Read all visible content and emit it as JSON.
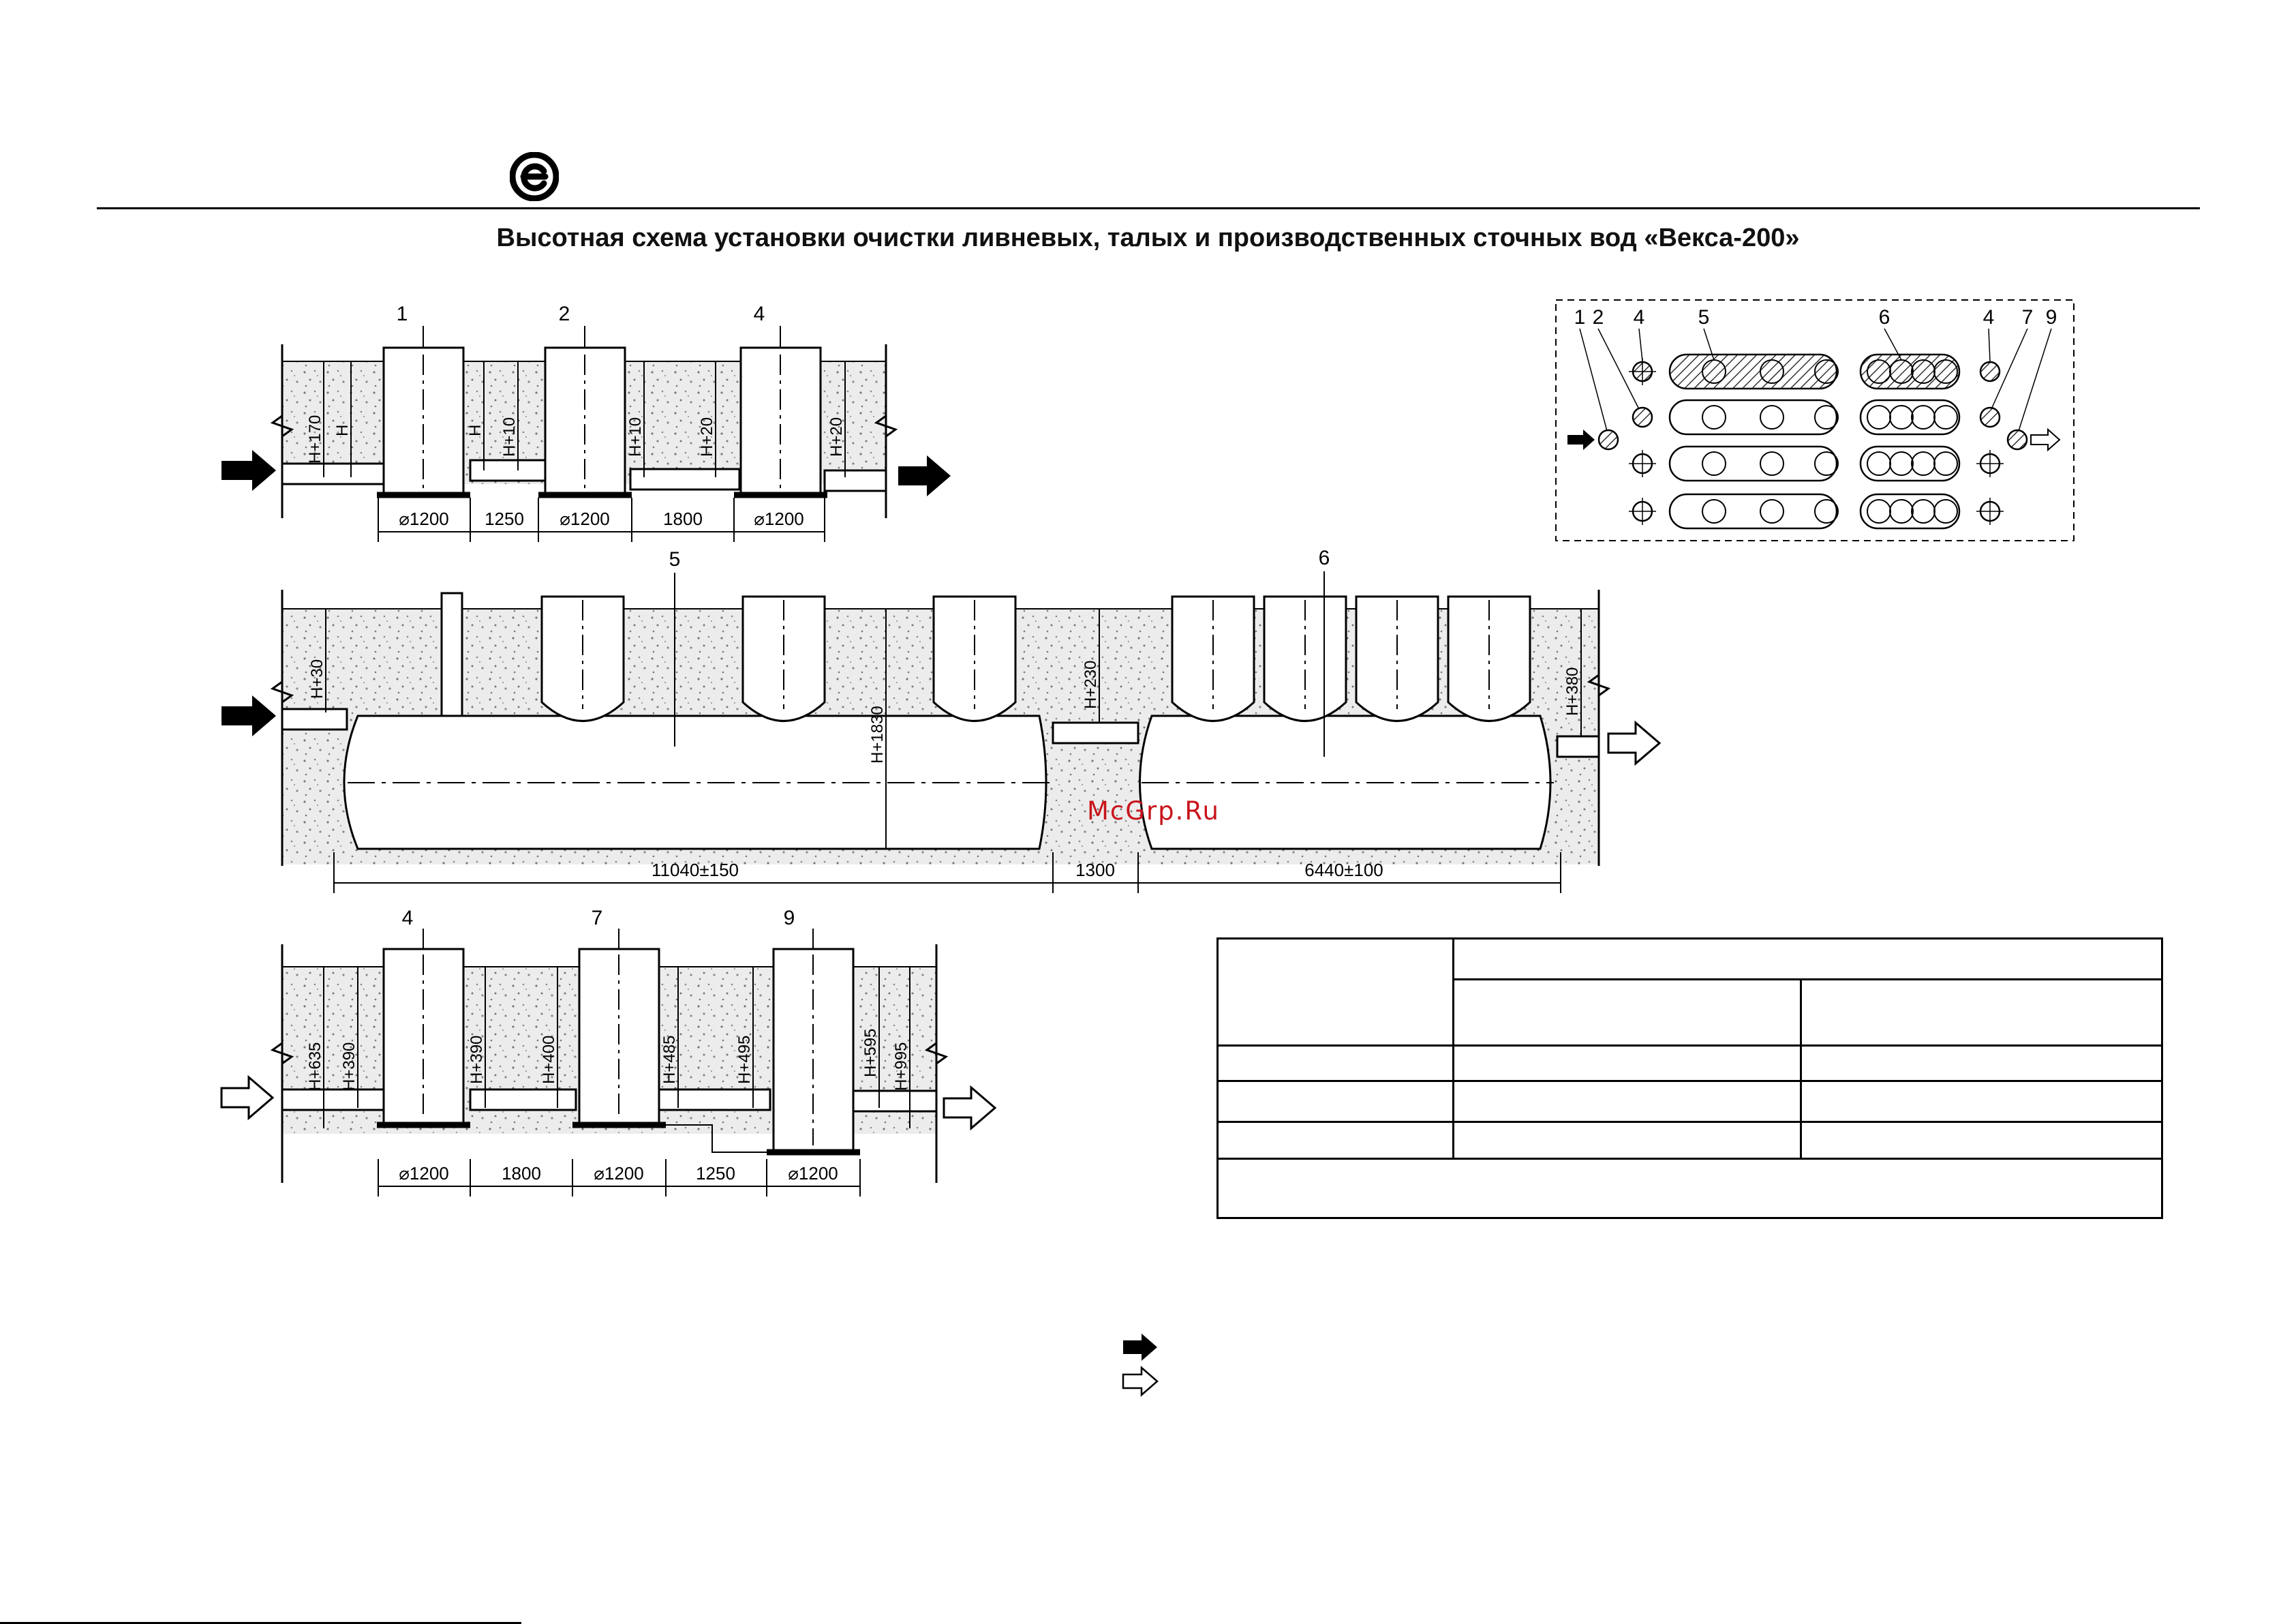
{
  "title": "Высотная схема установки очистки ливневых, талых и производственных сточных вод «Векса-200»",
  "logo": {
    "icon": "e-circle-logo"
  },
  "watermark": "McGrp.Ru",
  "colors": {
    "line": "#000000",
    "soil": "#e6e6e6",
    "hatch": "#555555",
    "watermark": "#c8151b"
  },
  "diagram1": {
    "callouts": [
      "1",
      "2",
      "4"
    ],
    "levels": [
      "H+170",
      "H",
      "H",
      "H+10",
      "H+10",
      "H+20",
      "H+20"
    ],
    "dims": [
      "⌀1200",
      "1250",
      "⌀1200",
      "1800",
      "⌀1200"
    ]
  },
  "diagram2": {
    "callouts": [
      "5",
      "6"
    ],
    "levels": [
      "H+30",
      "H+1830",
      "H+230",
      "H+380"
    ],
    "dims": [
      "11040±150",
      "1300",
      "6440±100"
    ]
  },
  "diagram3": {
    "callouts": [
      "4",
      "7",
      "9"
    ],
    "levels": [
      "H+635",
      "H+390",
      "H+390",
      "H+400",
      "H+485",
      "H+495",
      "H+595",
      "H+995"
    ],
    "dims": [
      "⌀1200",
      "1800",
      "⌀1200",
      "1250",
      "⌀1200"
    ]
  },
  "plan": {
    "callouts": [
      "1",
      "2",
      "4",
      "5",
      "6",
      "4",
      "7",
      "9"
    ]
  },
  "legend_arrows": [
    {
      "icon": "solid-arrow-icon"
    },
    {
      "icon": "hollow-arrow-icon"
    }
  ]
}
